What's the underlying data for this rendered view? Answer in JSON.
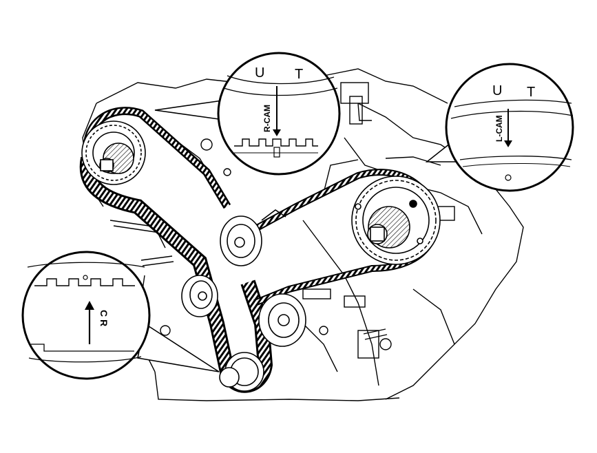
{
  "diagram": {
    "callouts": {
      "right_cam": {
        "label": "R-CAM",
        "marks": [
          "U",
          "T"
        ]
      },
      "left_cam": {
        "label": "L-CAM",
        "marks": [
          "U",
          "T"
        ]
      },
      "crank": {
        "label": "C R"
      }
    }
  }
}
